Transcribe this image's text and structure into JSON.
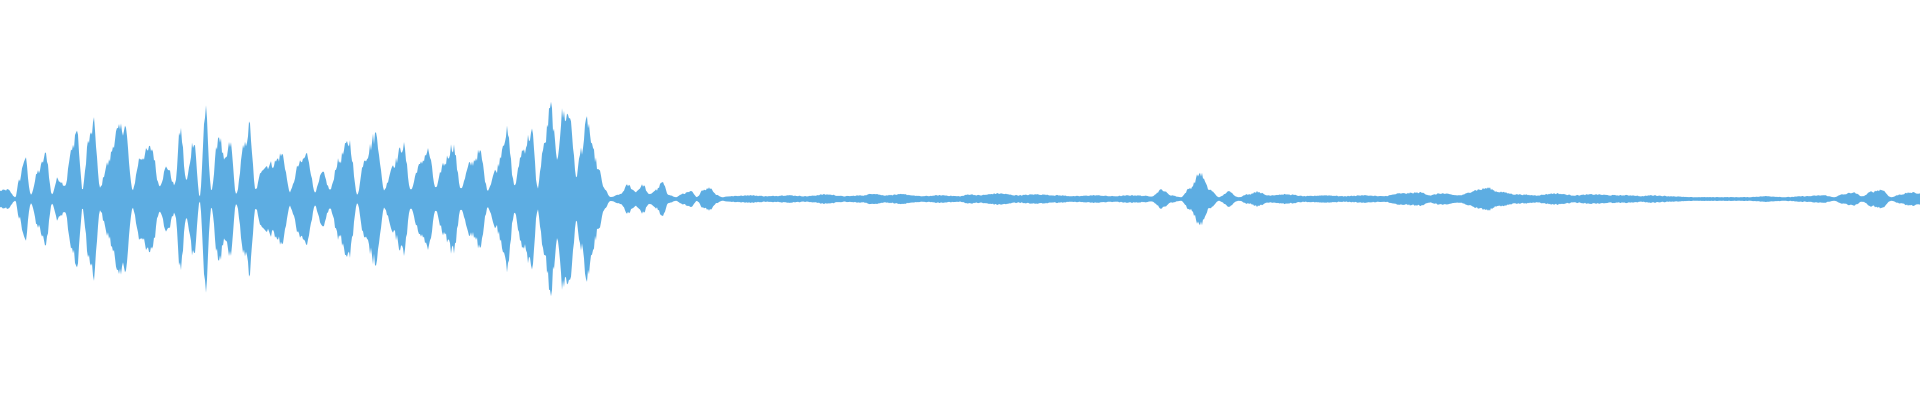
{
  "waveform": {
    "color": "#5dade2",
    "background": "#ffffff",
    "envelope": [
      [
        0.0,
        0.09
      ],
      [
        0.004,
        0.1
      ],
      [
        0.008,
        0.02
      ],
      [
        0.01,
        0.2
      ],
      [
        0.013,
        0.45
      ],
      [
        0.016,
        0.05
      ],
      [
        0.02,
        0.3
      ],
      [
        0.024,
        0.48
      ],
      [
        0.027,
        0.05
      ],
      [
        0.03,
        0.22
      ],
      [
        0.034,
        0.15
      ],
      [
        0.037,
        0.5
      ],
      [
        0.04,
        0.75
      ],
      [
        0.043,
        0.1
      ],
      [
        0.046,
        0.62
      ],
      [
        0.049,
        0.8
      ],
      [
        0.052,
        0.12
      ],
      [
        0.056,
        0.38
      ],
      [
        0.061,
        0.72
      ],
      [
        0.065,
        0.8
      ],
      [
        0.069,
        0.1
      ],
      [
        0.073,
        0.45
      ],
      [
        0.079,
        0.55
      ],
      [
        0.083,
        0.15
      ],
      [
        0.087,
        0.35
      ],
      [
        0.091,
        0.15
      ],
      [
        0.094,
        0.75
      ],
      [
        0.097,
        0.2
      ],
      [
        0.101,
        0.65
      ],
      [
        0.104,
        0.02
      ],
      [
        0.107,
        0.95
      ],
      [
        0.11,
        0.1
      ],
      [
        0.114,
        0.7
      ],
      [
        0.117,
        0.4
      ],
      [
        0.12,
        0.6
      ],
      [
        0.123,
        0.05
      ],
      [
        0.127,
        0.55
      ],
      [
        0.13,
        0.78
      ],
      [
        0.133,
        0.1
      ],
      [
        0.137,
        0.35
      ],
      [
        0.142,
        0.38
      ],
      [
        0.147,
        0.48
      ],
      [
        0.151,
        0.08
      ],
      [
        0.156,
        0.38
      ],
      [
        0.16,
        0.48
      ],
      [
        0.164,
        0.08
      ],
      [
        0.168,
        0.28
      ],
      [
        0.172,
        0.1
      ],
      [
        0.176,
        0.4
      ],
      [
        0.182,
        0.62
      ],
      [
        0.186,
        0.05
      ],
      [
        0.19,
        0.45
      ],
      [
        0.196,
        0.7
      ],
      [
        0.2,
        0.1
      ],
      [
        0.205,
        0.38
      ],
      [
        0.21,
        0.58
      ],
      [
        0.214,
        0.1
      ],
      [
        0.218,
        0.35
      ],
      [
        0.223,
        0.52
      ],
      [
        0.227,
        0.12
      ],
      [
        0.231,
        0.38
      ],
      [
        0.236,
        0.58
      ],
      [
        0.24,
        0.12
      ],
      [
        0.245,
        0.38
      ],
      [
        0.25,
        0.5
      ],
      [
        0.254,
        0.1
      ],
      [
        0.258,
        0.3
      ],
      [
        0.264,
        0.72
      ],
      [
        0.268,
        0.15
      ],
      [
        0.272,
        0.52
      ],
      [
        0.277,
        0.72
      ],
      [
        0.28,
        0.12
      ],
      [
        0.283,
        0.55
      ],
      [
        0.287,
        0.98
      ],
      [
        0.29,
        0.45
      ],
      [
        0.293,
        0.92
      ],
      [
        0.297,
        0.9
      ],
      [
        0.3,
        0.25
      ],
      [
        0.303,
        0.55
      ],
      [
        0.306,
        0.85
      ],
      [
        0.309,
        0.5
      ],
      [
        0.312,
        0.3
      ],
      [
        0.315,
        0.1
      ],
      [
        0.318,
        0.02
      ],
      [
        0.323,
        0.05
      ],
      [
        0.327,
        0.15
      ],
      [
        0.331,
        0.08
      ],
      [
        0.335,
        0.15
      ],
      [
        0.338,
        0.05
      ],
      [
        0.342,
        0.1
      ],
      [
        0.345,
        0.18
      ],
      [
        0.348,
        0.05
      ],
      [
        0.352,
        0.02
      ],
      [
        0.356,
        0.06
      ],
      [
        0.36,
        0.08
      ],
      [
        0.363,
        0.02
      ],
      [
        0.366,
        0.1
      ],
      [
        0.37,
        0.12
      ],
      [
        0.373,
        0.05
      ],
      [
        0.376,
        0.02
      ],
      [
        0.38,
        0.03
      ],
      [
        0.39,
        0.04
      ],
      [
        0.4,
        0.03
      ],
      [
        0.41,
        0.04
      ],
      [
        0.42,
        0.03
      ],
      [
        0.43,
        0.05
      ],
      [
        0.44,
        0.03
      ],
      [
        0.45,
        0.04
      ],
      [
        0.455,
        0.06
      ],
      [
        0.46,
        0.04
      ],
      [
        0.47,
        0.05
      ],
      [
        0.48,
        0.03
      ],
      [
        0.49,
        0.04
      ],
      [
        0.5,
        0.03
      ],
      [
        0.505,
        0.05
      ],
      [
        0.51,
        0.04
      ],
      [
        0.52,
        0.06
      ],
      [
        0.53,
        0.04
      ],
      [
        0.54,
        0.05
      ],
      [
        0.55,
        0.04
      ],
      [
        0.56,
        0.03
      ],
      [
        0.57,
        0.04
      ],
      [
        0.58,
        0.03
      ],
      [
        0.59,
        0.04
      ],
      [
        0.6,
        0.03
      ],
      [
        0.605,
        0.1
      ],
      [
        0.61,
        0.04
      ],
      [
        0.615,
        0.02
      ],
      [
        0.62,
        0.12
      ],
      [
        0.625,
        0.28
      ],
      [
        0.63,
        0.1
      ],
      [
        0.635,
        0.02
      ],
      [
        0.64,
        0.08
      ],
      [
        0.645,
        0.02
      ],
      [
        0.65,
        0.05
      ],
      [
        0.655,
        0.08
      ],
      [
        0.66,
        0.04
      ],
      [
        0.67,
        0.05
      ],
      [
        0.68,
        0.03
      ],
      [
        0.69,
        0.04
      ],
      [
        0.7,
        0.03
      ],
      [
        0.71,
        0.04
      ],
      [
        0.72,
        0.03
      ],
      [
        0.73,
        0.06
      ],
      [
        0.74,
        0.07
      ],
      [
        0.745,
        0.04
      ],
      [
        0.75,
        0.06
      ],
      [
        0.76,
        0.04
      ],
      [
        0.77,
        0.1
      ],
      [
        0.775,
        0.12
      ],
      [
        0.78,
        0.08
      ],
      [
        0.79,
        0.05
      ],
      [
        0.8,
        0.04
      ],
      [
        0.81,
        0.06
      ],
      [
        0.82,
        0.04
      ],
      [
        0.83,
        0.05
      ],
      [
        0.84,
        0.04
      ],
      [
        0.85,
        0.04
      ],
      [
        0.855,
        0.03
      ],
      [
        0.86,
        0.04
      ],
      [
        0.87,
        0.03
      ],
      [
        0.88,
        0.02
      ],
      [
        0.89,
        0.02
      ],
      [
        0.9,
        0.02
      ],
      [
        0.91,
        0.02
      ],
      [
        0.92,
        0.03
      ],
      [
        0.93,
        0.02
      ],
      [
        0.94,
        0.03
      ],
      [
        0.95,
        0.04
      ],
      [
        0.955,
        0.02
      ],
      [
        0.96,
        0.05
      ],
      [
        0.965,
        0.07
      ],
      [
        0.97,
        0.03
      ],
      [
        0.975,
        0.08
      ],
      [
        0.98,
        0.1
      ],
      [
        0.985,
        0.02
      ],
      [
        0.99,
        0.05
      ],
      [
        0.995,
        0.07
      ],
      [
        1.0,
        0.06
      ]
    ]
  }
}
